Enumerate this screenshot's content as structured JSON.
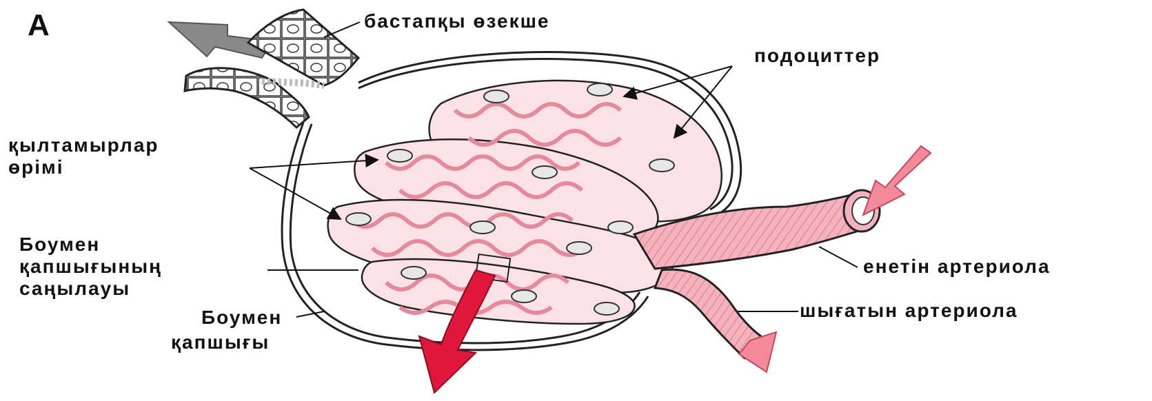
{
  "panel_letter": "А",
  "labels": {
    "proximal_tubule": "бастапқы өзекше",
    "podocytes": "подоциттер",
    "capillary_network": [
      "қылтамырлар",
      "өрімі"
    ],
    "bowman_space": [
      "Боумен",
      "қапшығының",
      "саңылауы"
    ],
    "bowman_capsule": [
      "Боумен",
      "қапшығы"
    ],
    "afferent_arteriole": "енетін артериола",
    "efferent_arteriole": "шығатын артериола"
  },
  "colors": {
    "arteriole_fill": "#f2a7b4",
    "arteriole_stripe": "#e07d90",
    "arrow_red": "#e0163a",
    "arrow_pink": "#f28a9b",
    "arrow_gray": "#8a8a8a",
    "capillary_pink": "#f6c6cf",
    "outline": "#222222"
  }
}
